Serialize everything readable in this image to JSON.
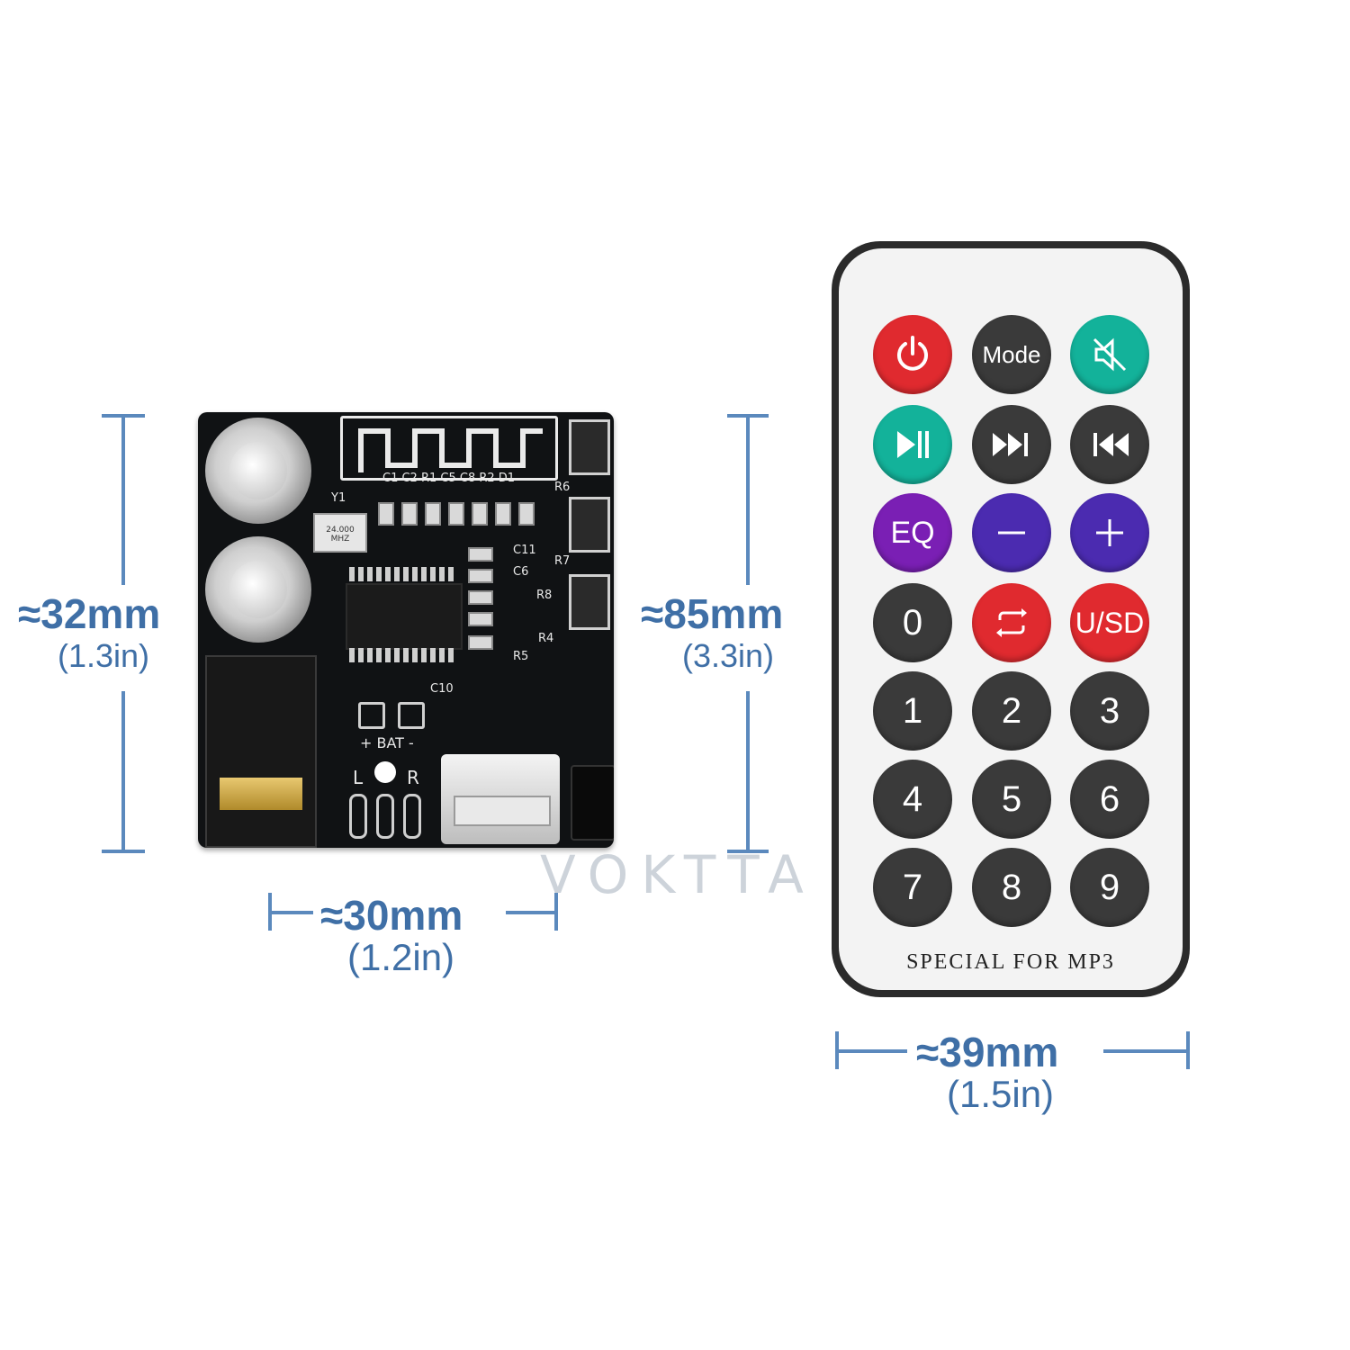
{
  "watermark": {
    "brand": "VOKTTA"
  },
  "board": {
    "dim_height": {
      "main": "≈32mm",
      "sub": "(1.3in)"
    },
    "dim_width": {
      "main": "≈30mm",
      "sub": "(1.2in)"
    },
    "silkscreen": {
      "components": "C1 C2 R1 C5 C8 R2 D1",
      "y1": "Y1",
      "crystal": "24.000 MHZ",
      "r6": "R6",
      "r7": "R7",
      "r8": "R8",
      "r4": "R4",
      "c11": "C11",
      "c6": "C6",
      "c10": "C10",
      "r5": "R5",
      "bat": "+ BAT -",
      "l": "L",
      "r": "R"
    }
  },
  "remote": {
    "dim_height": {
      "main": "≈85mm",
      "sub": "(3.3in)"
    },
    "dim_width": {
      "main": "≈39mm",
      "sub": "(1.5in)"
    },
    "buttons": {
      "mode": "Mode",
      "eq": "EQ",
      "usd": "U/SD",
      "n0": "0",
      "n1": "1",
      "n2": "2",
      "n3": "3",
      "n4": "4",
      "n5": "5",
      "n6": "6",
      "n7": "7",
      "n8": "8",
      "n9": "9"
    },
    "icons": {
      "power": "power-icon",
      "mute": "mute-icon",
      "play_pause": "play-pause-icon",
      "next": "next-track-icon",
      "prev": "previous-track-icon",
      "minus": "minus-icon",
      "plus": "plus-icon",
      "repeat": "repeat-icon"
    },
    "colors": {
      "red": "#e02a2f",
      "dark": "#3a3a3a",
      "teal": "#13b29a",
      "purple": "#7a1fb4",
      "blue": "#4b2bb0",
      "dimension": "#3f6fa6"
    },
    "caption": "SPECIAL FOR MP3"
  }
}
